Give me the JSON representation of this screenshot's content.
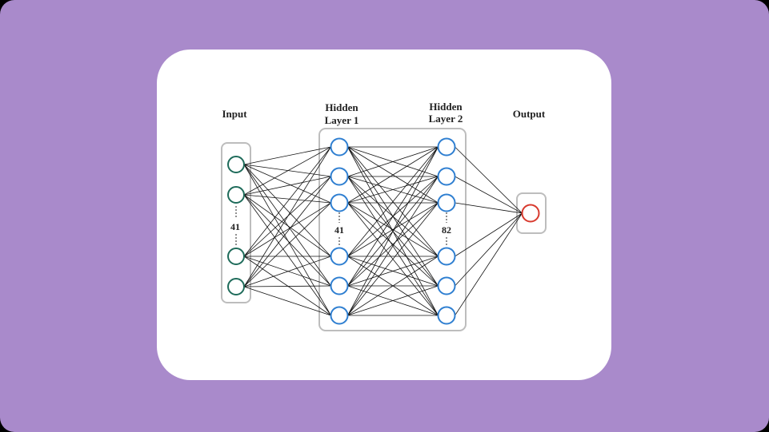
{
  "diagram": {
    "layers": [
      {
        "id": "input",
        "title_lines": [
          "Input"
        ],
        "count_label": "41",
        "node_color": "#1e6b5a",
        "visible_nodes": 4
      },
      {
        "id": "hidden1",
        "title_lines": [
          "Hidden",
          "Layer 1"
        ],
        "count_label": "41",
        "node_color": "#2f7fd1",
        "visible_nodes": 6
      },
      {
        "id": "hidden2",
        "title_lines": [
          "Hidden",
          "Layer 2"
        ],
        "count_label": "82",
        "node_color": "#2f7fd1",
        "visible_nodes": 6
      },
      {
        "id": "output",
        "title_lines": [
          "Output"
        ],
        "count_label": "",
        "node_color": "#d83a2e",
        "visible_nodes": 1
      }
    ],
    "colors": {
      "background": "#a98acb",
      "card": "#ffffff",
      "edge": "#111111",
      "group_border": "#bdbdbd"
    }
  }
}
